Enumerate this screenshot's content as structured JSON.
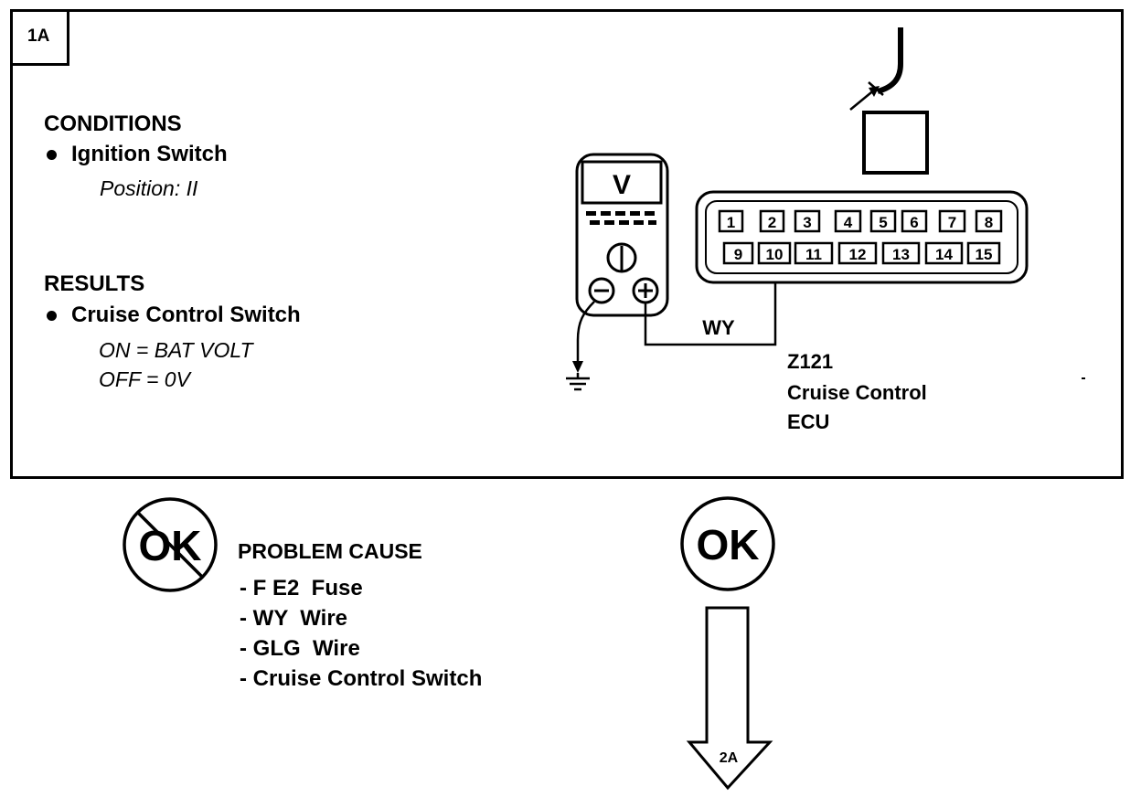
{
  "step": {
    "id": "1A",
    "next": "2A"
  },
  "conditions": {
    "heading": "CONDITIONS",
    "item": "Ignition Switch",
    "detail": "Position: II"
  },
  "results": {
    "heading": "RESULTS",
    "item": "Cruise Control Switch",
    "on": "ON = BAT VOLT",
    "off": "OFF = 0V"
  },
  "meter": {
    "symbol": "V"
  },
  "connector": {
    "pins_top": [
      "1",
      "2",
      "3",
      "4",
      "5",
      "6",
      "7",
      "8"
    ],
    "pins_bottom": [
      "9",
      "10",
      "11",
      "12",
      "13",
      "14",
      "15"
    ]
  },
  "wire": {
    "label": "WY"
  },
  "ecu": {
    "code": "Z121",
    "name": "Cruise Control",
    "type": "ECU"
  },
  "not_ok": {
    "symbol": "OK",
    "heading": "PROBLEM CAUSE",
    "causes": [
      "- F E2  Fuse",
      "- WY  Wire",
      "- GLG  Wire",
      "- Cruise Control Switch"
    ]
  },
  "ok": {
    "symbol": "OK"
  }
}
